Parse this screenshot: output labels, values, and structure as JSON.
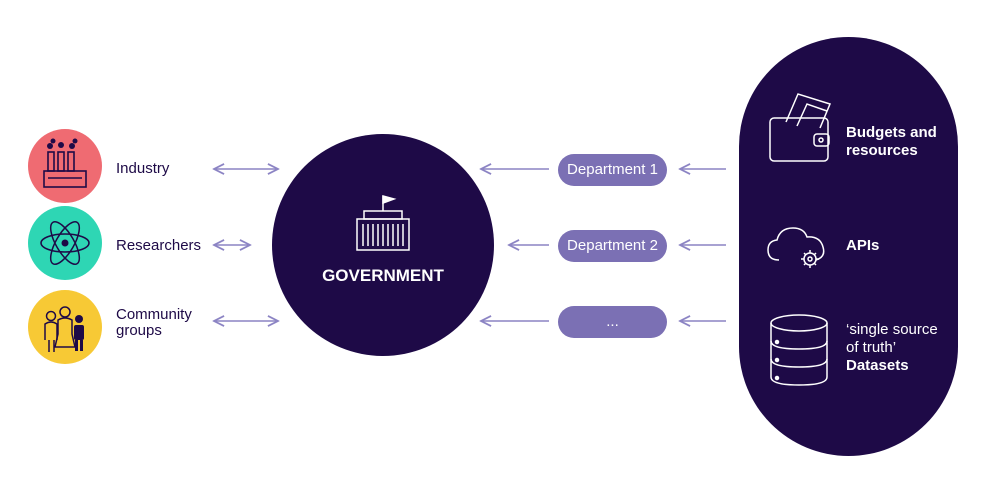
{
  "left_actors": [
    {
      "label": "Industry",
      "icon": "factory-icon",
      "color": "#ef6b72"
    },
    {
      "label": "Researchers",
      "icon": "atom-icon",
      "color": "#2ed6b4"
    },
    {
      "label_line1": "Community",
      "label_line2": "groups",
      "icon": "people-icon",
      "color": "#f7c935"
    }
  ],
  "center": {
    "label": "GOVERNMENT",
    "icon": "government-building-icon",
    "color": "#1e0a47"
  },
  "departments": [
    {
      "label": "Department 1"
    },
    {
      "label": "Department 2"
    },
    {
      "label": "..."
    }
  ],
  "resources": {
    "color": "#1e0a47",
    "items": [
      {
        "line1": "Budgets and",
        "line2": "resources",
        "icon": "wallet-icon"
      },
      {
        "line1": "APIs",
        "icon": "cloud-gear-icon"
      },
      {
        "line1": "‘single source",
        "line2": "of truth’",
        "line3": "Datasets",
        "icon": "database-icon"
      }
    ]
  },
  "colors": {
    "arrow": "#8c84c4",
    "pill": "#7b70b4",
    "dark": "#1e0a47"
  }
}
